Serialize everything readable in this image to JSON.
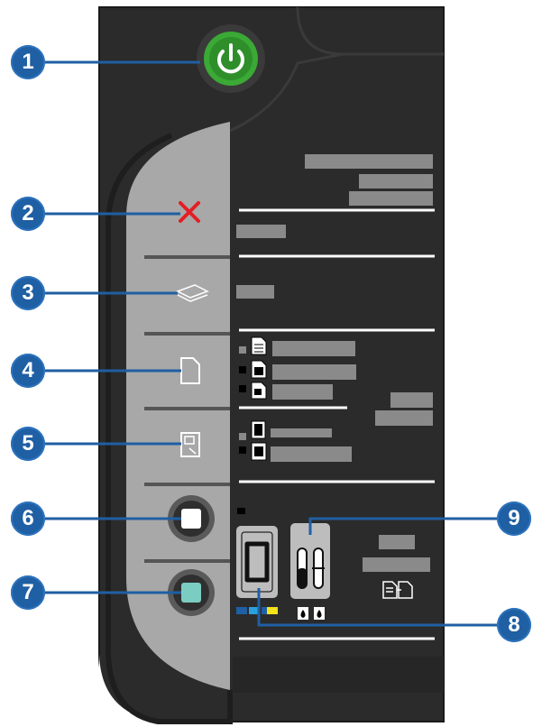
{
  "callouts": [
    {
      "id": "1",
      "label": "1",
      "target": "power-button"
    },
    {
      "id": "2",
      "label": "2",
      "target": "cancel-button"
    },
    {
      "id": "3",
      "label": "3",
      "target": "scan-button"
    },
    {
      "id": "4",
      "label": "4",
      "target": "document-copy-button"
    },
    {
      "id": "5",
      "label": "5",
      "target": "photo-copy-button"
    },
    {
      "id": "6",
      "label": "6",
      "target": "black-copy-button"
    },
    {
      "id": "7",
      "label": "7",
      "target": "color-copy-button"
    },
    {
      "id": "8",
      "label": "8",
      "target": "copy-count-display"
    },
    {
      "id": "9",
      "label": "9",
      "target": "ink-level-gauge"
    }
  ],
  "colors": {
    "panel": "#2b2b2b",
    "panel_edge": "#1e1e1e",
    "button_strip": "#a9a9a9",
    "power_green": "#3aa935",
    "cancel_red": "#e31e24",
    "callout_blue": "#1f5fa3",
    "label_gray": "#8c8c8c",
    "color_copy": "#7ccdc1"
  },
  "icons": {
    "power": "power-icon",
    "cancel": "x-icon",
    "scan": "scan-icon",
    "document": "document-icon",
    "photo": "photo-icon",
    "ink": "ink-drop-icon",
    "copies": "copies-icon"
  }
}
